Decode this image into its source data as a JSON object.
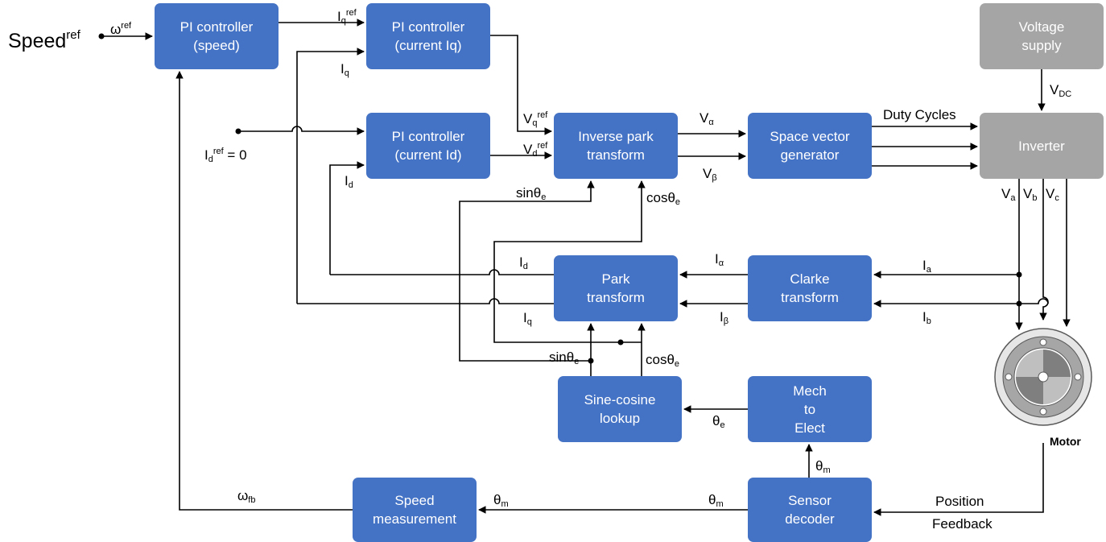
{
  "blocks": {
    "pi_speed": "PI controller\n(speed)",
    "pi_iq": "PI controller\n(current Iq)",
    "pi_id": "PI controller\n(current Id)",
    "inv_park": "Inverse park\ntransform",
    "svg": "Space vector\ngenerator",
    "voltage_supply": "Voltage\nsupply",
    "inverter": "Inverter",
    "park": "Park\ntransform",
    "clarke": "Clarke\ntransform",
    "sincos": "Sine-cosine\nlookup",
    "mech_elec": "Mech\nto\nElect",
    "speed_meas": "Speed\nmeasurement",
    "sensor_dec": "Sensor\ndecoder"
  },
  "labels": {
    "speed_ref": {
      "main": "Speed",
      "sup": "ref"
    },
    "omega_ref": {
      "main": "ω",
      "sup": "ref"
    },
    "iq_ref": {
      "main": "I",
      "sub": "q",
      "sup": "ref"
    },
    "iq_top": {
      "main": "I",
      "sub": "q"
    },
    "id_ref": {
      "main": "I",
      "sub": "d",
      "sup": "ref",
      "tail": " = 0"
    },
    "id_left": {
      "main": "I",
      "sub": "d"
    },
    "vq_ref": {
      "main": "V",
      "sub": "q",
      "sup": "ref"
    },
    "vd_ref": {
      "main": "V",
      "sub": "d",
      "sup": "ref"
    },
    "v_alpha": {
      "main": "V",
      "sub": "α"
    },
    "v_beta": {
      "main": "V",
      "sub": "β"
    },
    "duty": {
      "main": "Duty Cycles"
    },
    "vdc": {
      "main": "V",
      "sub": "DC"
    },
    "va": {
      "main": "V",
      "sub": "a"
    },
    "vb": {
      "main": "V",
      "sub": "b"
    },
    "vc": {
      "main": "V",
      "sub": "c"
    },
    "sin_top": {
      "main": "sinθ",
      "sub": "e"
    },
    "cos_top": {
      "main": "cosθ",
      "sub": "e"
    },
    "id_park": {
      "main": "I",
      "sub": "d"
    },
    "iq_park": {
      "main": "I",
      "sub": "q"
    },
    "i_alpha": {
      "main": "I",
      "sub": "α"
    },
    "i_beta": {
      "main": "I",
      "sub": "β"
    },
    "ia": {
      "main": "I",
      "sub": "a"
    },
    "ib": {
      "main": "I",
      "sub": "b"
    },
    "sin_bot": {
      "main": "sinθ",
      "sub": "e"
    },
    "cos_bot": {
      "main": "cosθ",
      "sub": "e"
    },
    "theta_e": {
      "main": "θ",
      "sub": "e"
    },
    "theta_m_up": {
      "main": "θ",
      "sub": "m"
    },
    "theta_m_right": {
      "main": "θ",
      "sub": "m"
    },
    "theta_m_left": {
      "main": "θ",
      "sub": "m"
    },
    "omega_fb": {
      "main": "ω",
      "sub": "fb"
    },
    "position": {
      "main": "Position"
    },
    "feedback": {
      "main": "Feedback"
    },
    "motor": {
      "main": "Motor"
    }
  },
  "colors": {
    "block_blue": "#4472c4",
    "block_gray": "#a5a5a5",
    "wire": "#000000",
    "motor_ring": "#a6a6a6",
    "motor_rotor": "#7f7f7f"
  },
  "icons": {
    "motor": "motor-icon"
  }
}
